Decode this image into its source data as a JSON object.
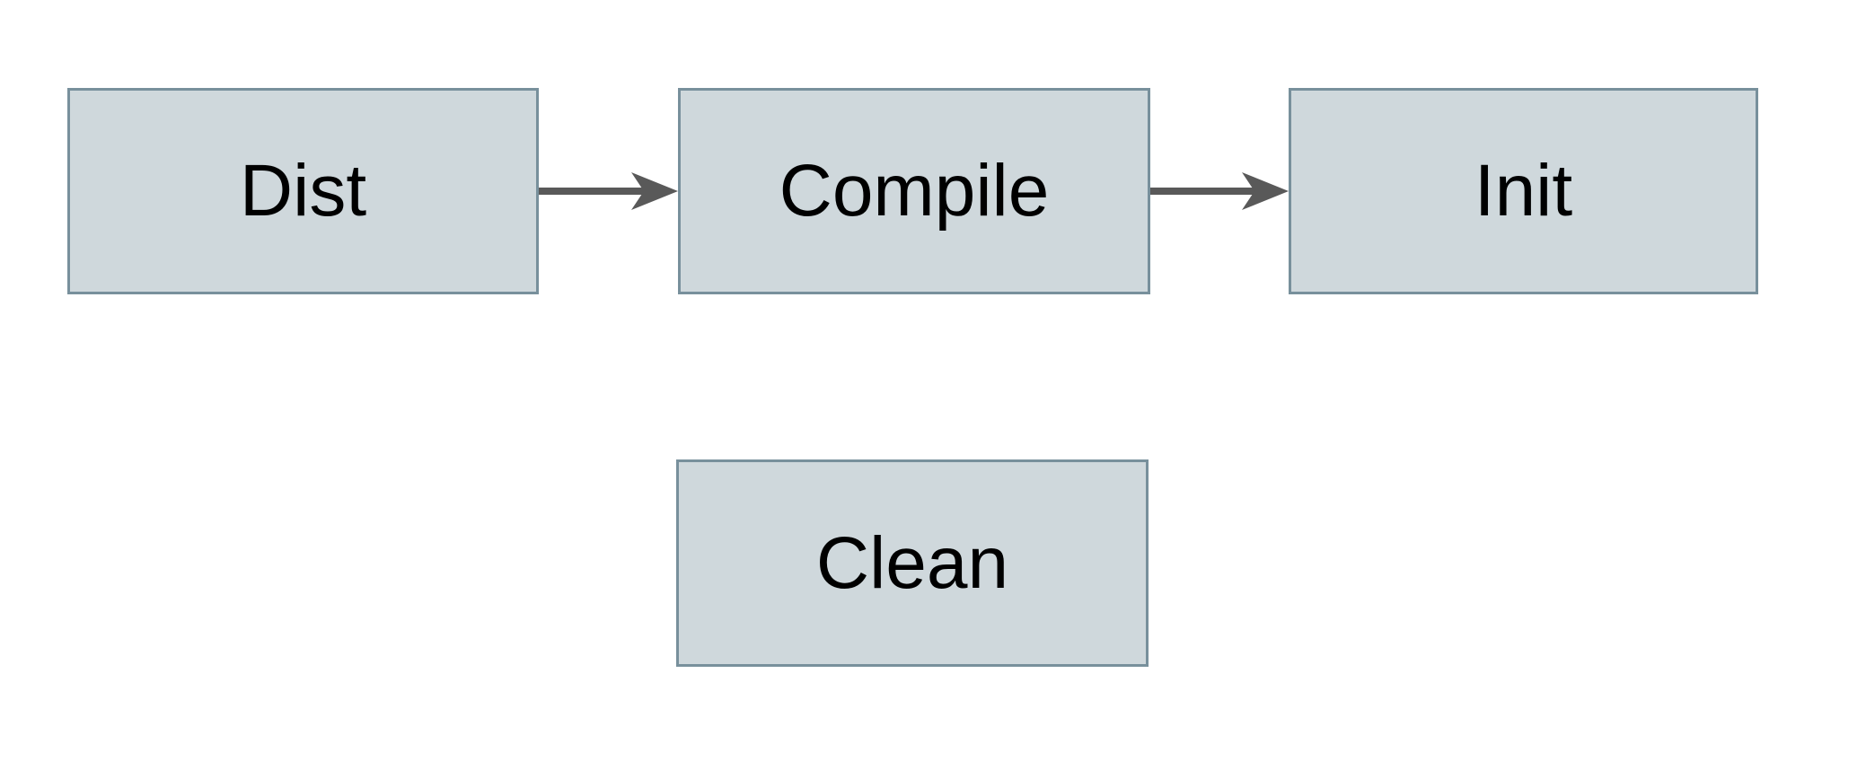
{
  "diagram": {
    "type": "flowchart",
    "nodes": [
      {
        "id": "dist",
        "label": "Dist"
      },
      {
        "id": "compile",
        "label": "Compile"
      },
      {
        "id": "init",
        "label": "Init"
      },
      {
        "id": "clean",
        "label": "Clean"
      }
    ],
    "edges": [
      {
        "from": "Dist",
        "to": "Compile",
        "style": "arrow-right"
      },
      {
        "from": "Compile",
        "to": "Init",
        "style": "arrow-right"
      }
    ],
    "theme": {
      "background": "#ffffff",
      "node_fill": "#cfd8dc",
      "node_border": "#78909c",
      "arrow_color": "#595959",
      "label_color": "#000000"
    }
  }
}
